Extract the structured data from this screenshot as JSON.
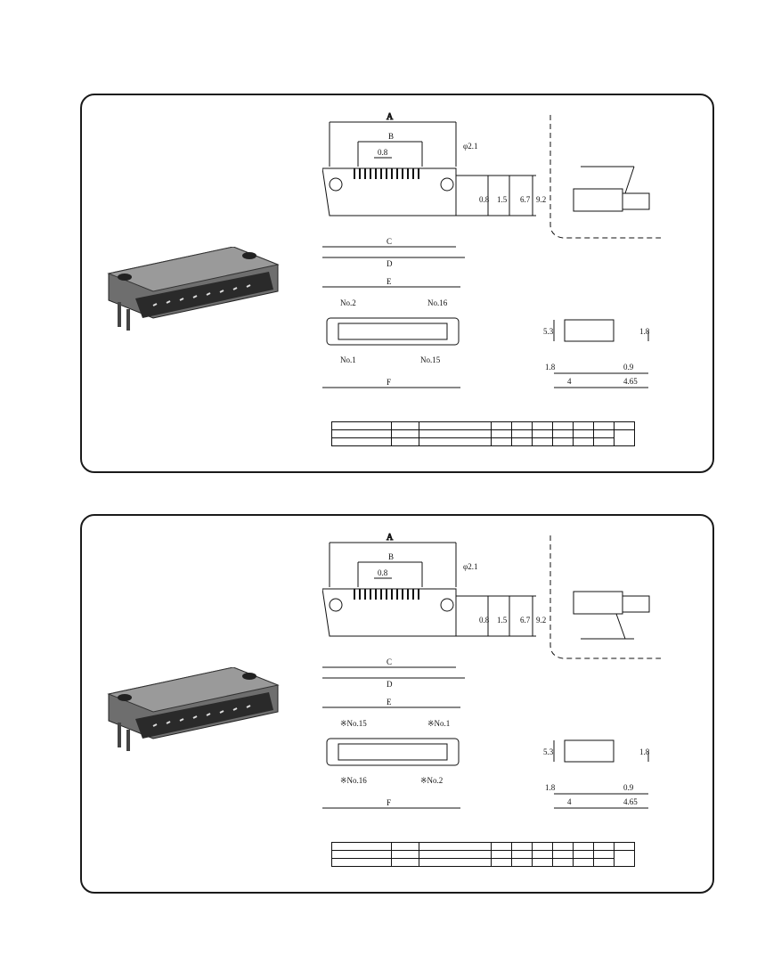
{
  "panels": [
    {
      "dims": {
        "A": "A",
        "B": "B",
        "C": "C",
        "D": "D",
        "E": "E",
        "F": "F"
      },
      "pitch": "0.8",
      "hole": "φ2.1",
      "heights": [
        "0.8",
        "1.5",
        "6.7",
        "9.2"
      ],
      "pins": {
        "top_left": "No.2",
        "top_right": "No.16",
        "bottom_left": "No.1",
        "bottom_right": "No.15"
      },
      "side": {
        "h1": "5.3",
        "h2": "1.8",
        "w1": "1.8",
        "w2": "4",
        "w3": "0.9",
        "w4": "4.65"
      }
    },
    {
      "dims": {
        "A": "A",
        "B": "B",
        "C": "C",
        "D": "D",
        "E": "E",
        "F": "F"
      },
      "pitch": "0.8",
      "hole": "φ2.1",
      "heights": [
        "0.8",
        "1.5",
        "6.7",
        "9.2"
      ],
      "pins": {
        "top_left": "※No.15",
        "top_right": "※No.1",
        "bottom_left": "※No.16",
        "bottom_right": "※No.2"
      },
      "side": {
        "h1": "5.3",
        "h2": "1.8",
        "w1": "1.8",
        "w2": "4",
        "w3": "0.9",
        "w4": "4.65"
      }
    }
  ]
}
